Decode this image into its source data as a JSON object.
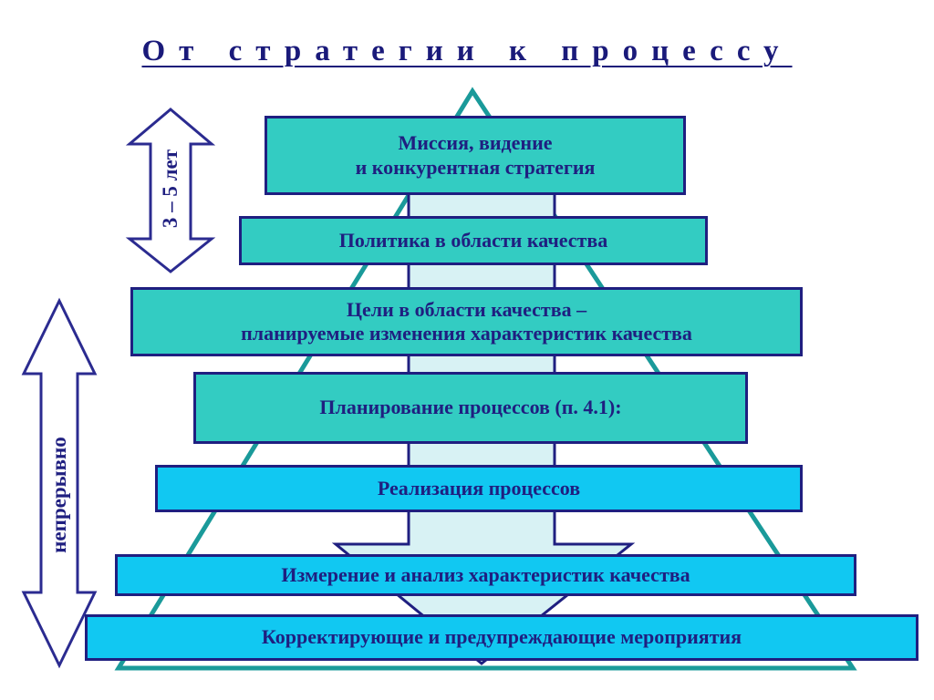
{
  "title": "От стратегии к процессу",
  "side_labels": {
    "years": "3 – 5 лет",
    "continuous": "непрерывно"
  },
  "levels": [
    {
      "line1": "Миссия, видение",
      "line2": "и конкурентная стратегия"
    },
    {
      "text": "Политика в области качества"
    },
    {
      "line1": "Цели в области качества –",
      "line2": "планируемые изменения характеристик качества"
    },
    {
      "text": "Планирование процессов (п. 4.1):"
    },
    {
      "text": "Реализация процессов"
    },
    {
      "text": "Измерение и анализ характеристик качества"
    },
    {
      "text": "Корректирующие и предупреждающие мероприятия"
    }
  ],
  "colors": {
    "navy": "#1f1f80",
    "teal_box": "#33ccc2",
    "cyan_box": "#11c8f2",
    "pyramid_line": "#1a9a9a",
    "arrow_fill": "#d8f2f4"
  },
  "icons": [
    "double-arrow-icon",
    "pyramid-outline",
    "down-arrow-icon"
  ]
}
